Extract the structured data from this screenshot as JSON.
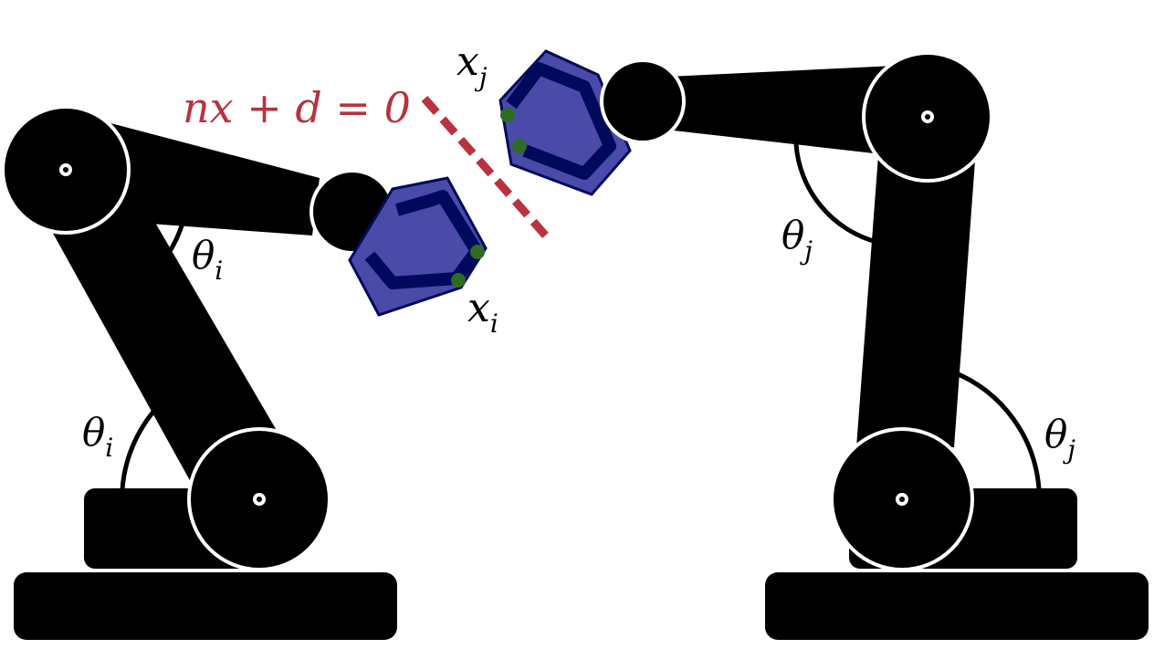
{
  "labels": {
    "plane_equation": "nx + d = 0",
    "x_i": "x",
    "x_i_sub": "i",
    "x_j": "x",
    "x_j_sub": "j",
    "theta_left_elbow": "θ",
    "theta_left_elbow_sub": "i",
    "theta_left_base": "θ",
    "theta_left_base_sub": "i",
    "theta_right_elbow": "θ",
    "theta_right_elbow_sub": "j",
    "theta_right_base": "θ",
    "theta_right_base_sub": "j"
  },
  "colors": {
    "robot": "#000000",
    "gripper_fill": "#4a4aa8",
    "gripper_dark": "#000a5c",
    "contact_point": "#2e6b23",
    "plane_line": "#b8323f",
    "background": "#ffffff"
  }
}
